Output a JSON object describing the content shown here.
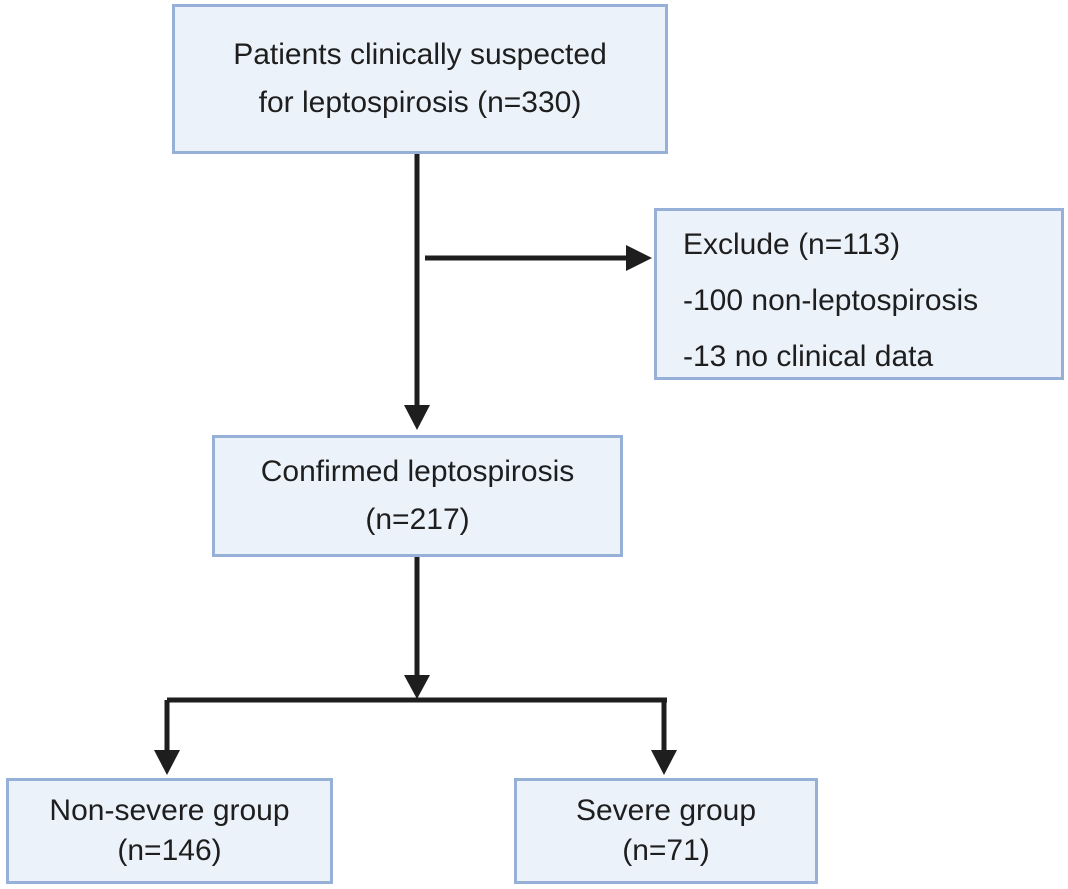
{
  "nodes": {
    "start": {
      "line1": "Patients clinically suspected",
      "line2": "for leptospirosis (n=330)"
    },
    "exclude": {
      "line1": "Exclude (n=113)",
      "line2": "-100 non-leptospirosis",
      "line3": "-13 no clinical data"
    },
    "confirmed": {
      "line1": "Confirmed leptospirosis",
      "line2": "(n=217)"
    },
    "nonsevere": {
      "line1": "Non-severe group",
      "line2": "(n=146)"
    },
    "severe": {
      "line1": "Severe group",
      "line2": "(n=71)"
    }
  },
  "colors": {
    "box_fill": "#ecf2fa",
    "box_border": "#97b0d8",
    "arrow": "#1e1e1e",
    "text": "#1e1e1e"
  }
}
